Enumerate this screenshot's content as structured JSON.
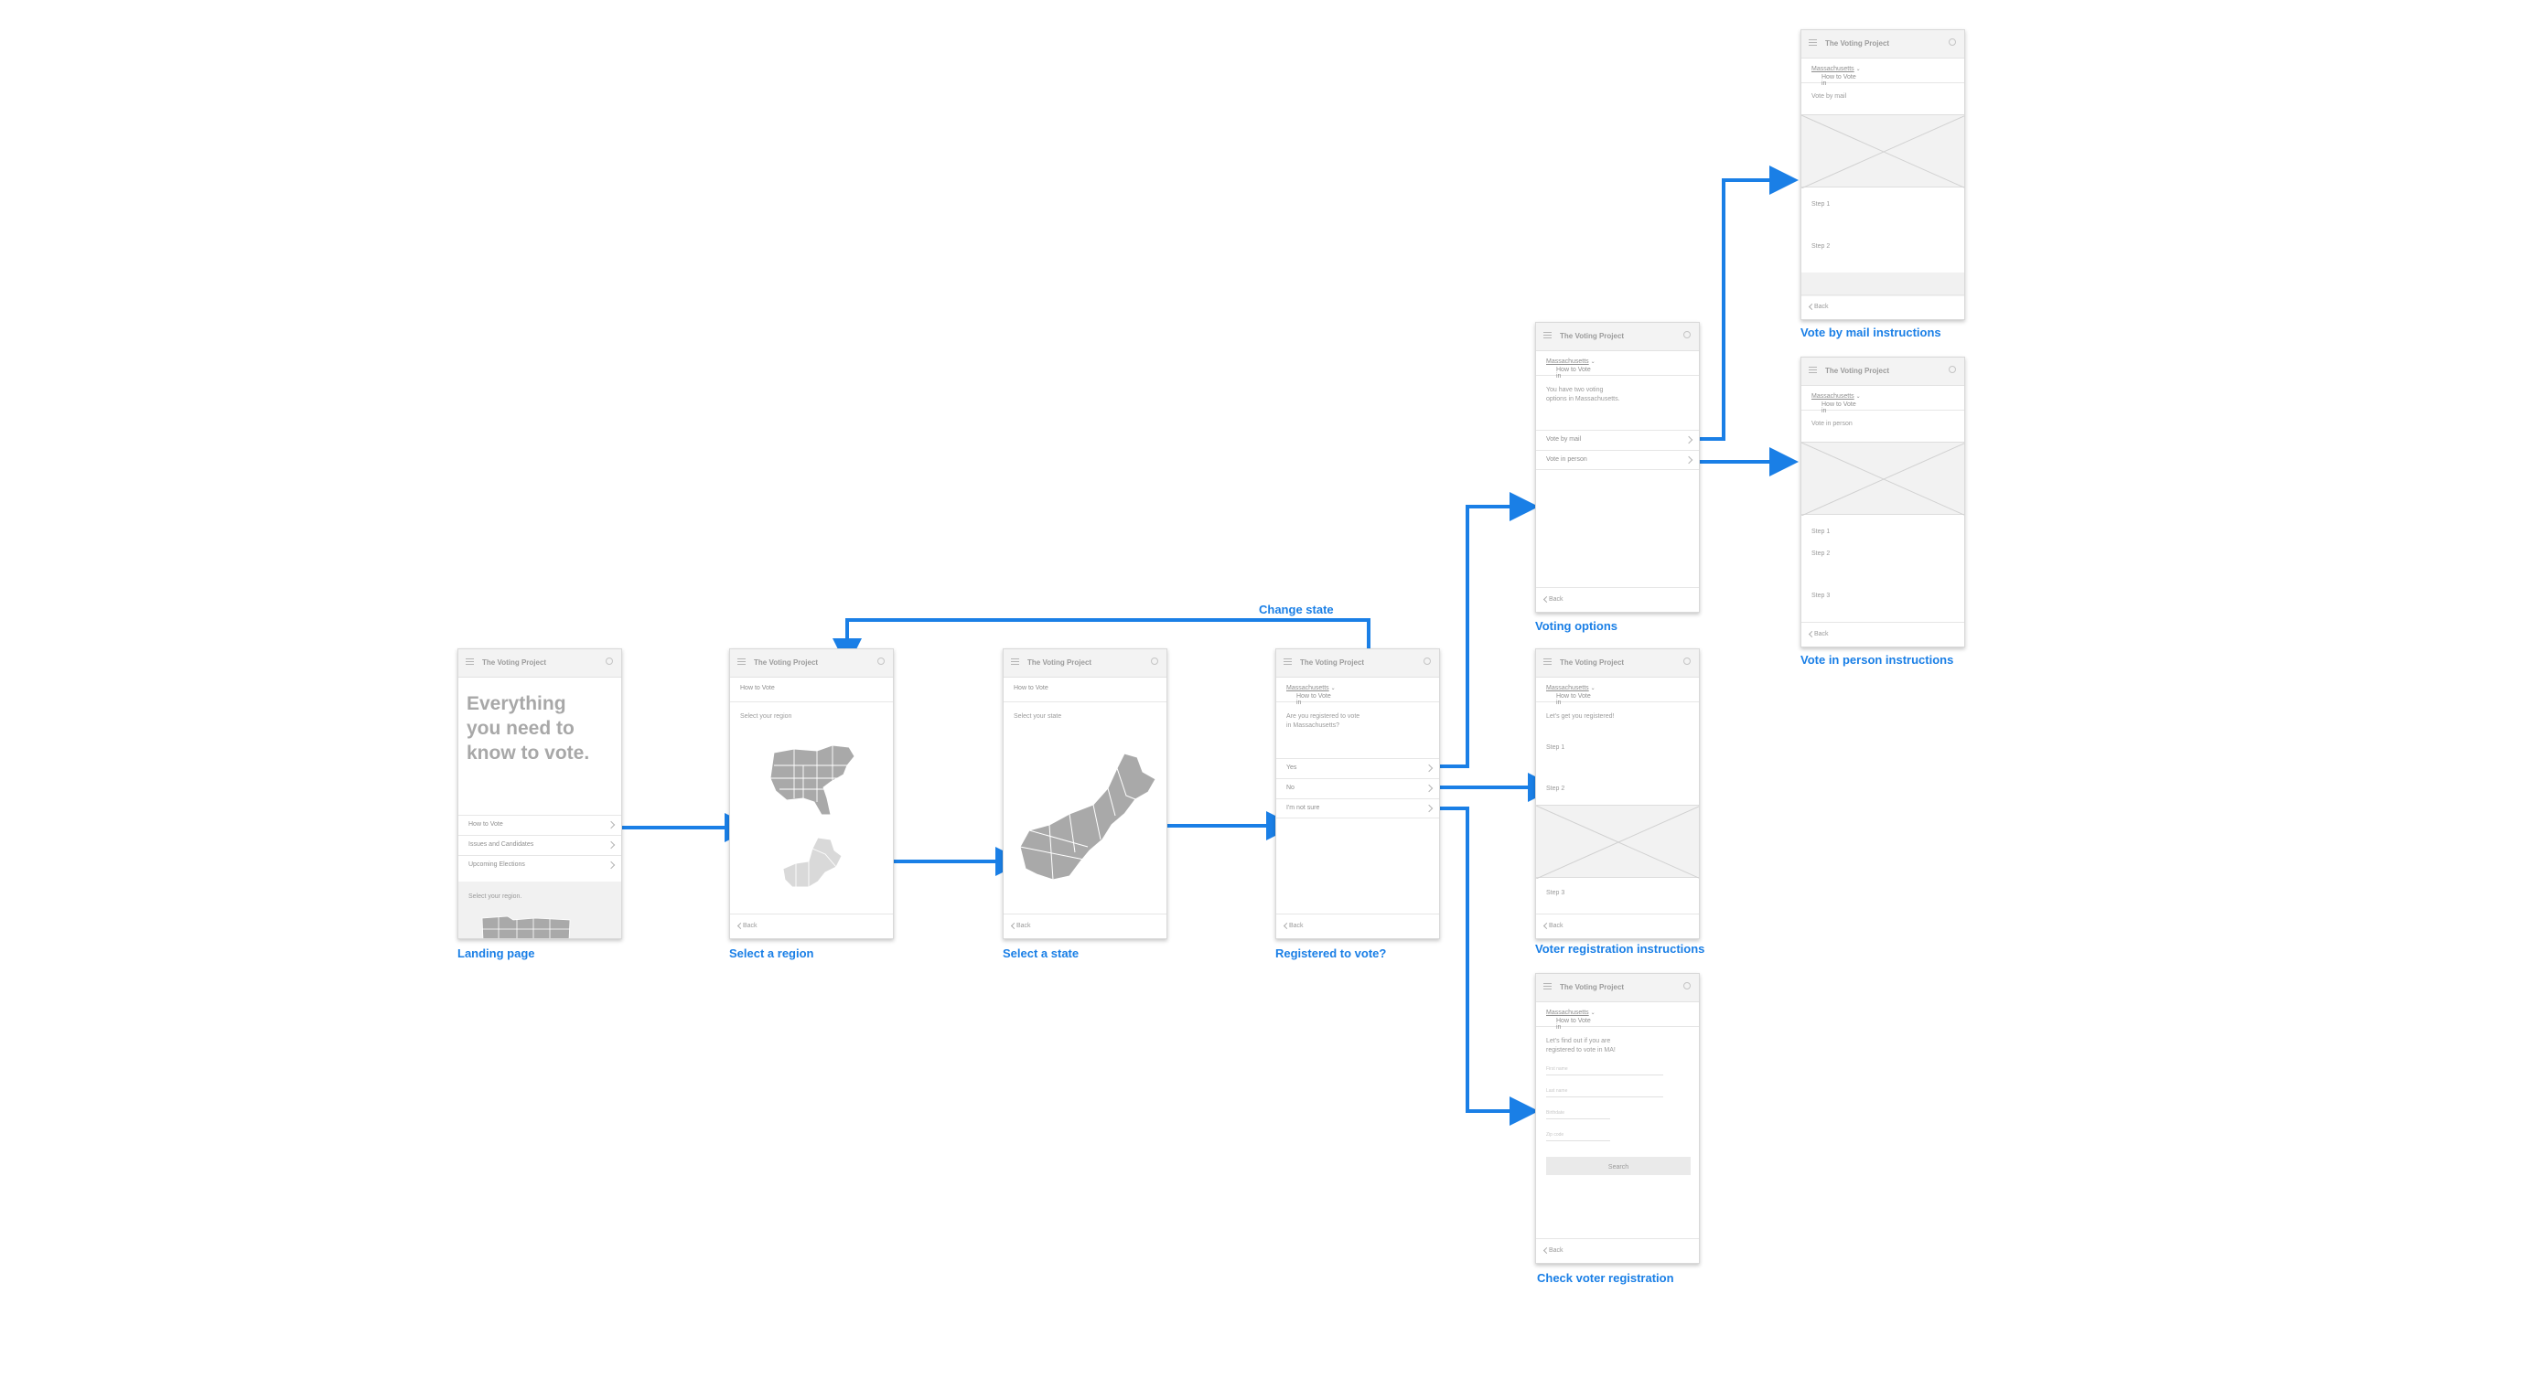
{
  "app": {
    "title": "The Voting Project"
  },
  "colors": {
    "arrow": "#1a7fe6",
    "label": "#1a7fe6",
    "map": "#a9a9a9",
    "map_light": "#d9d9d9"
  },
  "edge_labels": {
    "change_state": "Change state"
  },
  "screens": {
    "landing": {
      "label": "Landing page",
      "hero": [
        "Everything",
        "you need to",
        "know to vote."
      ],
      "menu": [
        "How to Vote",
        "Issues and Candidates",
        "Upcoming Elections"
      ],
      "region_prompt": "Select your region."
    },
    "region": {
      "label": "Select a region",
      "subheader": "How to Vote",
      "prompt": "Select your region",
      "back": "Back"
    },
    "state": {
      "label": "Select a state",
      "subheader": "How to Vote",
      "prompt": "Select your state",
      "back": "Back"
    },
    "registered": {
      "label": "Registered to vote?",
      "subheader_prefix": "How to Vote in",
      "state_name": "Massachusetts",
      "dropdown": "⌄",
      "question": [
        "Are you registered to vote",
        "in Massachusetts?"
      ],
      "options": [
        "Yes",
        "No",
        "I'm not sure"
      ],
      "back": "Back"
    },
    "voting_options": {
      "label": "Voting options",
      "subheader_prefix": "How to Vote in",
      "state_name": "Massachusetts",
      "dropdown": "⌄",
      "intro": [
        "You have two voting",
        "options in Massachusetts."
      ],
      "options": [
        "Vote by mail",
        "Vote in person"
      ],
      "back": "Back"
    },
    "registration": {
      "label": "Voter registration instructions",
      "subheader_prefix": "How to Vote in",
      "state_name": "Massachusetts",
      "dropdown": "⌄",
      "intro": "Let's get you registered!",
      "step1": "Step 1",
      "step2": "Step 2",
      "step3": "Step 3",
      "back": "Back"
    },
    "check": {
      "label": "Check voter registration",
      "subheader_prefix": "How to Vote in",
      "state_name": "Massachusetts",
      "dropdown": "⌄",
      "intro": [
        "Let's find out if you are",
        "registered to vote in MA!"
      ],
      "field_placeholders": [
        "First name",
        "Last name",
        "Birthdate",
        "Zip code"
      ],
      "search": "Search",
      "back": "Back"
    },
    "mail": {
      "label": "Vote by mail instructions",
      "subheader_prefix": "How to Vote in",
      "state_name": "Massachusetts",
      "dropdown": "⌄",
      "heading": "Vote by mail",
      "step1": "Step 1",
      "step2": "Step 2",
      "back": "Back"
    },
    "person": {
      "label": "Vote in person instructions",
      "subheader_prefix": "How to Vote in",
      "state_name": "Massachusetts",
      "dropdown": "⌄",
      "heading": "Vote in person",
      "step1": "Step 1",
      "step2": "Step 2",
      "step3": "Step 3",
      "back": "Back"
    }
  }
}
